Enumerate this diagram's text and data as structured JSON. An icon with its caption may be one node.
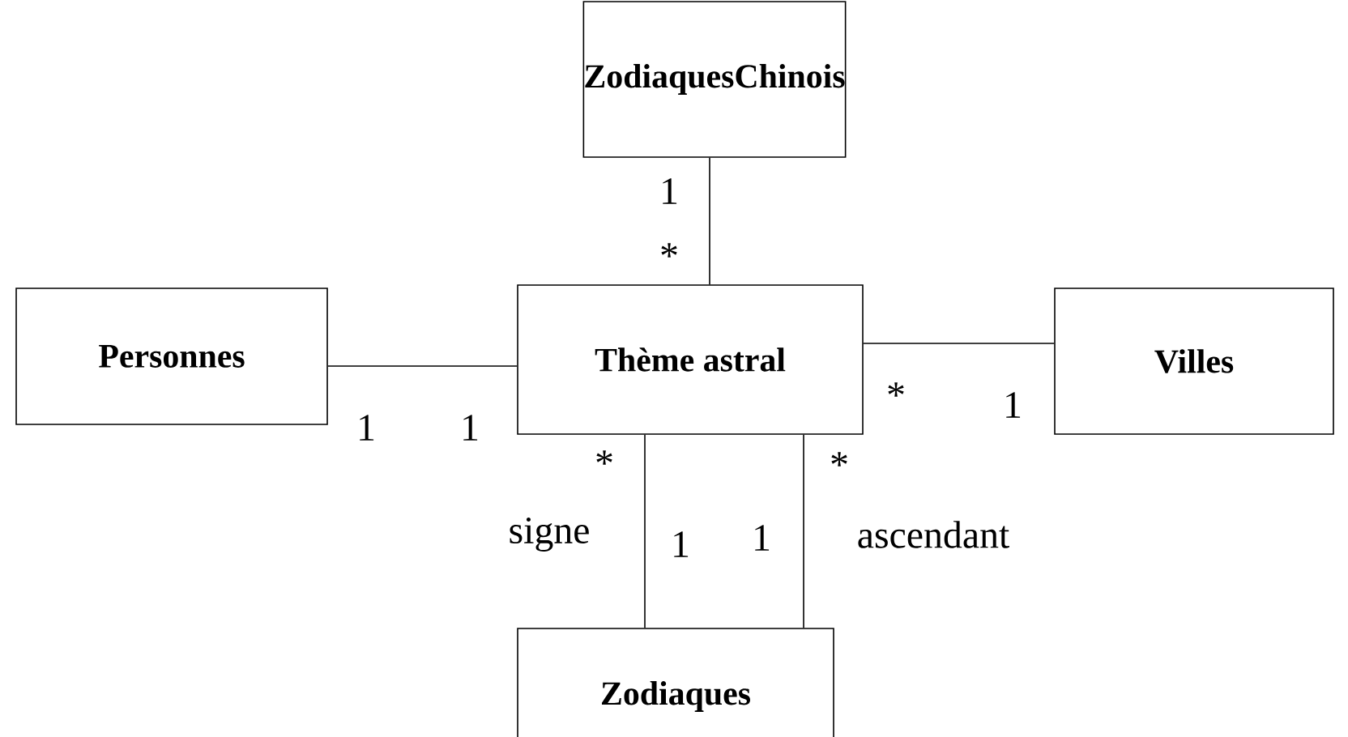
{
  "diagram": {
    "nodes": [
      {
        "text": [
          "ZodiaquesChinois"
        ]
      },
      {
        "text": [
          "Personnes"
        ]
      },
      {
        "text": [
          "Thème astral"
        ]
      },
      {
        "text": [
          "Villes"
        ]
      },
      {
        "text": [
          "Zodiaques"
        ]
      }
    ],
    "edges": [
      {
        "from": 0,
        "to": 2,
        "arrow": "none"
      },
      {
        "from": 1,
        "to": 2,
        "arrow": "none"
      },
      {
        "from": 2,
        "to": 3,
        "arrow": "none"
      },
      {
        "from": 2,
        "to": 4,
        "arrow": "none"
      },
      {
        "from": 2,
        "to": 4,
        "arrow": "none"
      }
    ],
    "labels": [
      "1",
      "*",
      "1",
      "1",
      "*",
      "1",
      "*",
      "*",
      "signe",
      "1",
      "1",
      "ascendant"
    ]
  }
}
